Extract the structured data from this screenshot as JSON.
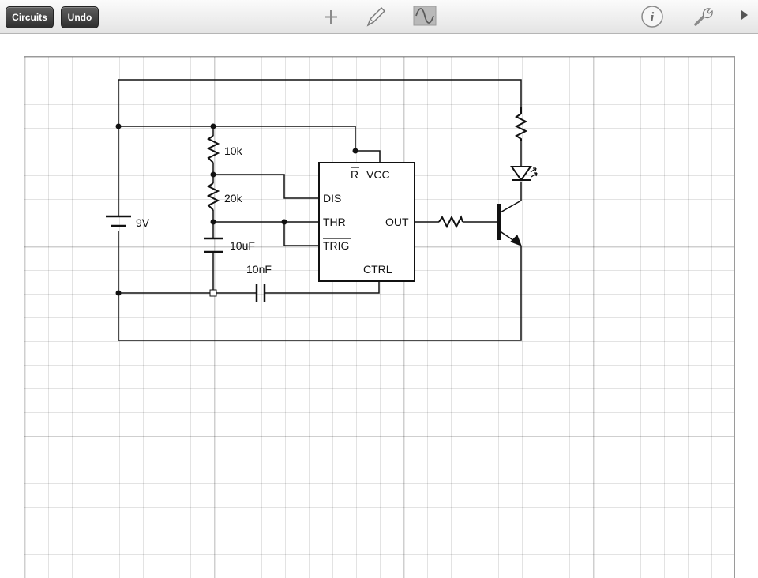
{
  "toolbar": {
    "circuits_label": "Circuits",
    "undo_label": "Undo",
    "icons": [
      "plus-icon",
      "pencil-icon",
      "waveform-icon",
      "info-icon",
      "wrench-icon",
      "play-icon"
    ]
  },
  "schematic": {
    "battery": {
      "label": "9V"
    },
    "resistors": [
      {
        "id": "r1",
        "label": "10k"
      },
      {
        "id": "r2",
        "label": "20k"
      },
      {
        "id": "r3",
        "label": ""
      },
      {
        "id": "r4",
        "label": ""
      }
    ],
    "capacitors": [
      {
        "id": "c1",
        "label": "10uF"
      },
      {
        "id": "c2",
        "label": "10nF"
      }
    ],
    "ic": {
      "pins": {
        "reset_bar": "R",
        "vcc": "VCC",
        "dis": "DIS",
        "thr": "THR",
        "trig": "TRIG",
        "out": "OUT",
        "ctrl": "CTRL"
      }
    },
    "components": [
      "led",
      "npn-transistor"
    ]
  },
  "colors": {
    "wire": "#111111",
    "grid": "#e3e3e3",
    "toolbar_button": "#3a3a3a"
  }
}
